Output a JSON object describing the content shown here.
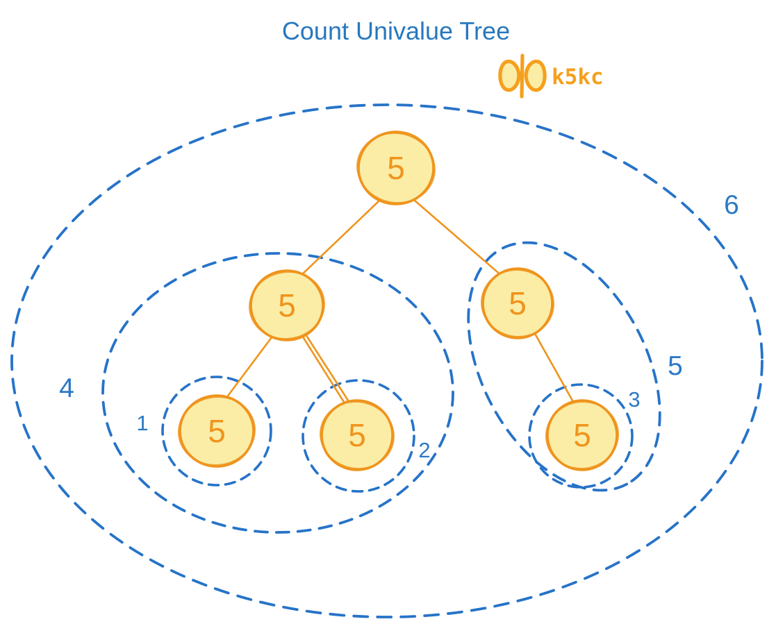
{
  "title": "Count Univalue Tree",
  "logo": {
    "icon": "butterfly-icon",
    "text": "k5kc"
  },
  "colors": {
    "title_blue": "#2878be",
    "dash_blue": "#2673c8",
    "count_blue": "#2b79c4",
    "node_stroke_orange": "#ef941d",
    "node_fill_yellow": "#fbeda6",
    "logo_orange": "#f5a01d"
  },
  "tree": {
    "uniform_value": "5",
    "nodes": [
      {
        "id": "root",
        "value": "5",
        "parent": null
      },
      {
        "id": "left",
        "value": "5",
        "parent": "root"
      },
      {
        "id": "right",
        "value": "5",
        "parent": "root"
      },
      {
        "id": "left-left",
        "value": "5",
        "parent": "left"
      },
      {
        "id": "left-right",
        "value": "5",
        "parent": "left"
      },
      {
        "id": "right-right",
        "value": "5",
        "parent": "right"
      }
    ]
  },
  "counts": [
    {
      "label": "1",
      "region": "left-left-leaf-subtree"
    },
    {
      "label": "2",
      "region": "left-right-leaf-subtree"
    },
    {
      "label": "3",
      "region": "right-right-leaf-subtree"
    },
    {
      "label": "4",
      "region": "left-subtree"
    },
    {
      "label": "5",
      "region": "right-subtree"
    },
    {
      "label": "6",
      "region": "whole-tree"
    }
  ]
}
